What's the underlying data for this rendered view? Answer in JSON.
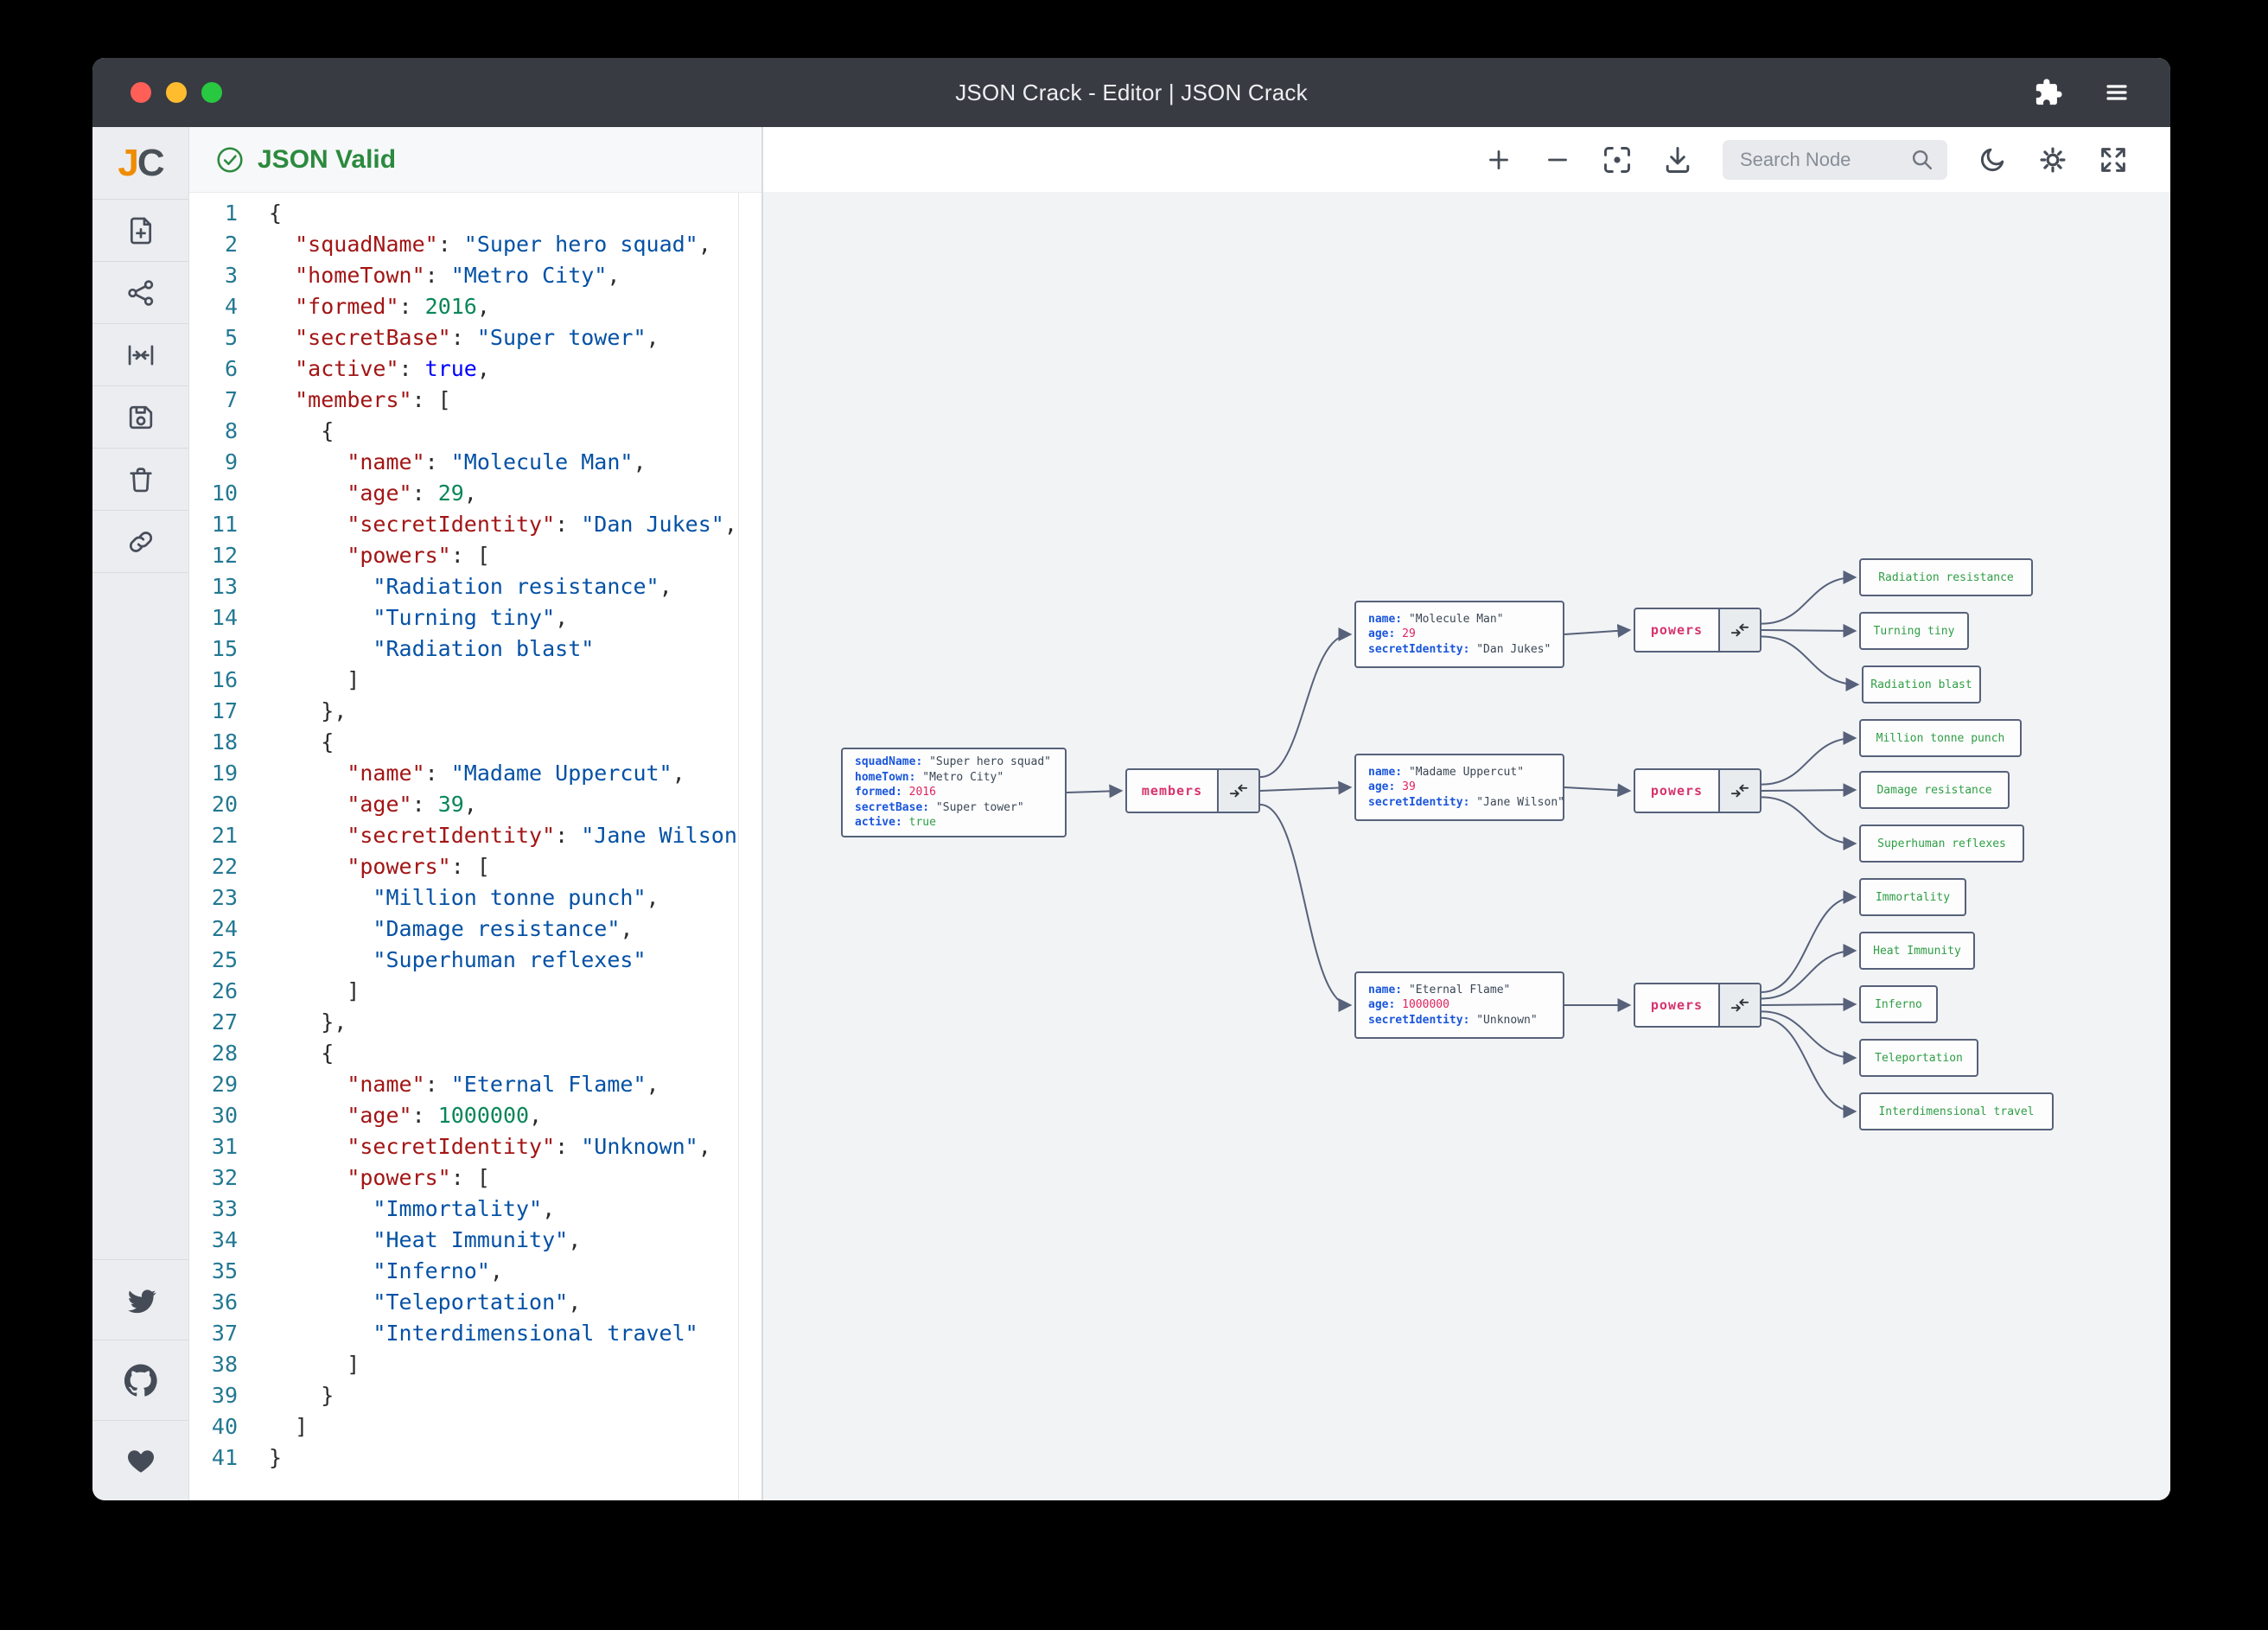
{
  "window": {
    "title": "JSON Crack - Editor | JSON Crack"
  },
  "titlebar": {
    "icons": [
      "extensions-puzzle-icon",
      "menu-icon"
    ],
    "traffic_lights": [
      "close",
      "minimize",
      "zoom"
    ]
  },
  "sidebar": {
    "logo": {
      "j": "J",
      "c": "C"
    },
    "tools": [
      "new-document",
      "graph-view",
      "fold-width",
      "save",
      "delete",
      "share-link"
    ],
    "social": [
      "twitter",
      "github",
      "sponsor-heart"
    ]
  },
  "editor": {
    "status": "JSON Valid",
    "lines": [
      "{",
      "  \"squadName\": \"Super hero squad\",",
      "  \"homeTown\": \"Metro City\",",
      "  \"formed\": 2016,",
      "  \"secretBase\": \"Super tower\",",
      "  \"active\": true,",
      "  \"members\": [",
      "    {",
      "      \"name\": \"Molecule Man\",",
      "      \"age\": 29,",
      "      \"secretIdentity\": \"Dan Jukes\",",
      "      \"powers\": [",
      "        \"Radiation resistance\",",
      "        \"Turning tiny\",",
      "        \"Radiation blast\"",
      "      ]",
      "    },",
      "    {",
      "      \"name\": \"Madame Uppercut\",",
      "      \"age\": 39,",
      "      \"secretIdentity\": \"Jane Wilson\",",
      "      \"powers\": [",
      "        \"Million tonne punch\",",
      "        \"Damage resistance\",",
      "        \"Superhuman reflexes\"",
      "      ]",
      "    },",
      "    {",
      "      \"name\": \"Eternal Flame\",",
      "      \"age\": 1000000,",
      "      \"secretIdentity\": \"Unknown\",",
      "      \"powers\": [",
      "        \"Immortality\",",
      "        \"Heat Immunity\",",
      "        \"Inferno\",",
      "        \"Teleportation\",",
      "        \"Interdimensional travel\"",
      "      ]",
      "    }",
      "  ]",
      "}"
    ]
  },
  "toolbar": {
    "search_placeholder": "Search Node",
    "buttons": [
      "zoom-in",
      "zoom-out",
      "center-focus",
      "download-image",
      "dark-mode",
      "settings",
      "fullscreen"
    ]
  },
  "graph": {
    "root_rows": [
      {
        "key": "squadName",
        "value": "\"Super hero squad\"",
        "type": "string"
      },
      {
        "key": "homeTown",
        "value": "\"Metro City\"",
        "type": "string"
      },
      {
        "key": "formed",
        "value": "2016",
        "type": "number"
      },
      {
        "key": "secretBase",
        "value": "\"Super tower\"",
        "type": "string"
      },
      {
        "key": "active",
        "value": "true",
        "type": "boolean"
      }
    ],
    "members_label": "members",
    "powers_label": "powers",
    "members": [
      {
        "rows": [
          {
            "key": "name",
            "value": "\"Molecule Man\"",
            "type": "string"
          },
          {
            "key": "age",
            "value": "29",
            "type": "number"
          },
          {
            "key": "secretIdentity",
            "value": "\"Dan Jukes\"",
            "type": "string"
          }
        ],
        "powers": [
          "Radiation resistance",
          "Turning tiny",
          "Radiation blast"
        ]
      },
      {
        "rows": [
          {
            "key": "name",
            "value": "\"Madame Uppercut\"",
            "type": "string"
          },
          {
            "key": "age",
            "value": "39",
            "type": "number"
          },
          {
            "key": "secretIdentity",
            "value": "\"Jane Wilson\"",
            "type": "string"
          }
        ],
        "powers": [
          "Million tonne punch",
          "Damage resistance",
          "Superhuman reflexes"
        ]
      },
      {
        "rows": [
          {
            "key": "name",
            "value": "\"Eternal Flame\"",
            "type": "string"
          },
          {
            "key": "age",
            "value": "1000000",
            "type": "number"
          },
          {
            "key": "secretIdentity",
            "value": "\"Unknown\"",
            "type": "string"
          }
        ],
        "powers": [
          "Immortality",
          "Heat Immunity",
          "Inferno",
          "Teleportation",
          "Interdimensional travel"
        ]
      }
    ]
  },
  "colors": {
    "titlebar": "#383b42",
    "valid_green": "#2b8a3e",
    "node_border": "#57617a",
    "node_key_blue": "#1a56db",
    "node_number_pink": "#e0245e",
    "node_label_pink": "#d6336c",
    "leaf_green": "#2f9e44",
    "editor_key": "#a31515",
    "editor_string": "#0451a5",
    "editor_number": "#098658",
    "editor_boolean": "#0000ff",
    "traffic_red": "#ff5f57",
    "traffic_yellow": "#febc2e",
    "traffic_green": "#28c840"
  }
}
